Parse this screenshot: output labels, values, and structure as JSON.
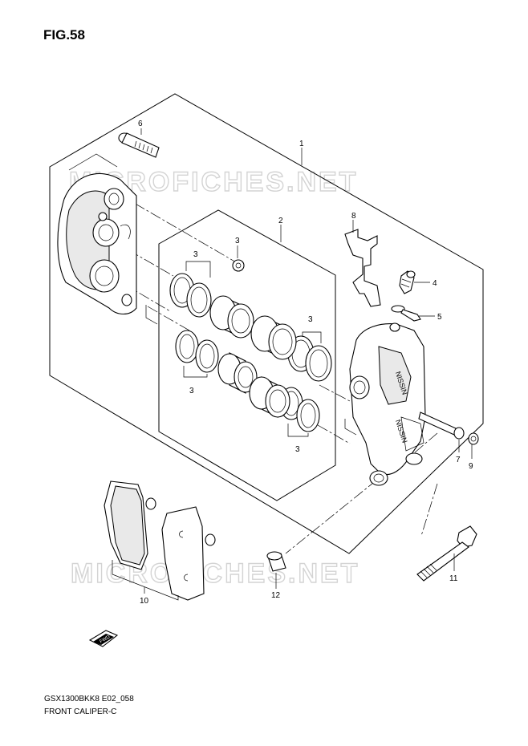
{
  "figure": {
    "title": "FIG.58",
    "footer_code": "GSX1300BKK8 E02_058",
    "footer_name": "FRONT CALIPER-C"
  },
  "watermark": "MICROFICHES.NET",
  "brand_mark": "NISSIN",
  "direction_badge": "FWD",
  "callouts": {
    "c1": "1",
    "c2": "2",
    "c3a": "3",
    "c3b": "3",
    "c3c": "3",
    "c3d": "3",
    "c3e": "3",
    "c4": "4",
    "c5": "5",
    "c6": "6",
    "c7": "7",
    "c8": "8",
    "c9": "9",
    "c10": "10",
    "c11": "11",
    "c12": "12"
  }
}
